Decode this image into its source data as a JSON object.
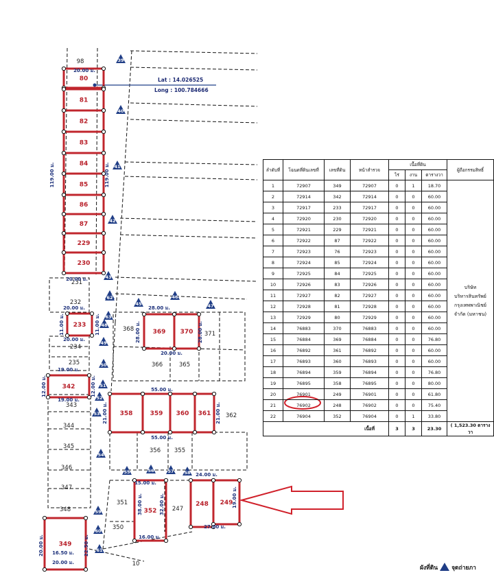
{
  "map": {
    "plots_red": [
      {
        "id": "80"
      },
      {
        "id": "81"
      },
      {
        "id": "82"
      },
      {
        "id": "83"
      },
      {
        "id": "84"
      },
      {
        "id": "85"
      },
      {
        "id": "86"
      },
      {
        "id": "87"
      },
      {
        "id": "229"
      },
      {
        "id": "230"
      },
      {
        "id": "233"
      },
      {
        "id": "342"
      },
      {
        "id": "369"
      },
      {
        "id": "370"
      },
      {
        "id": "358"
      },
      {
        "id": "359"
      },
      {
        "id": "360"
      },
      {
        "id": "361"
      },
      {
        "id": "352"
      },
      {
        "id": "248"
      },
      {
        "id": "249"
      },
      {
        "id": "349"
      }
    ],
    "plots_other": [
      "98",
      "231",
      "232",
      "234",
      "235",
      "343",
      "344",
      "345",
      "346",
      "347",
      "348",
      "368",
      "371",
      "366",
      "365",
      "362",
      "356",
      "355",
      "351",
      "350",
      "247",
      "10"
    ],
    "markers": [
      "39",
      "40",
      "41",
      "42",
      "43",
      "44",
      "45",
      "46",
      "47",
      "48",
      "49",
      "50",
      "51",
      "52",
      "53",
      "54",
      "55",
      "56",
      "57",
      "58",
      "59",
      "60",
      "61",
      "62",
      "63"
    ],
    "dimensions": [
      "20.00 ม.",
      "119.00 ม.",
      "119.00 ม.",
      "20.00 ม.",
      "20.00 ม.",
      "20.00 ม.",
      "11.00 ม.",
      "11.00 ม.",
      "19.00 ม.",
      "19.00 ม.",
      "12.00 ม.",
      "12.00 ม.",
      "28.00 ม.",
      "28.00 ม.",
      "28.00 ม.",
      "20.00 ม.",
      "55.00 ม.",
      "55.00 ม.",
      "21.00 ม.",
      "21.00 ม.",
      "15.00 ม.",
      "16.00 ม.",
      "38.00 ม.",
      "32.00 ม.",
      "24.00 ม.",
      "27.00 ม.",
      "19.00 ม.",
      "16.50 ม.",
      "20.00 ม.",
      "20.00 ม.",
      "22.50 ม."
    ],
    "survey": {
      "lat": "Lat : 14.026525",
      "long": "Long : 100.784666"
    }
  },
  "table": {
    "headers": {
      "no": "ลำดับที่",
      "deed": "โฉนดที่ดินเลขที่",
      "land_no": "เลขที่ดิน",
      "survey_page": "หน้าสำรวจ",
      "area": "เนื้อที่ดิน",
      "rai": "ไร่",
      "ngan": "งาน",
      "wa": "ตารางวา",
      "owner": "ผู้ถือกรรมสิทธิ์"
    },
    "rows": [
      [
        "1",
        "72907",
        "349",
        "72907",
        "0",
        "1",
        "18.70"
      ],
      [
        "2",
        "72914",
        "342",
        "72914",
        "0",
        "0",
        "60.00"
      ],
      [
        "3",
        "72917",
        "233",
        "72917",
        "0",
        "0",
        "60.00"
      ],
      [
        "4",
        "72920",
        "230",
        "72920",
        "0",
        "0",
        "60.00"
      ],
      [
        "5",
        "72921",
        "229",
        "72921",
        "0",
        "0",
        "60.00"
      ],
      [
        "6",
        "72922",
        "87",
        "72922",
        "0",
        "0",
        "60.00"
      ],
      [
        "7",
        "72923",
        "76",
        "72923",
        "0",
        "0",
        "60.00"
      ],
      [
        "8",
        "72924",
        "85",
        "72924",
        "0",
        "0",
        "60.00"
      ],
      [
        "9",
        "72925",
        "84",
        "72925",
        "0",
        "0",
        "60.00"
      ],
      [
        "10",
        "72926",
        "83",
        "72926",
        "0",
        "0",
        "60.00"
      ],
      [
        "11",
        "72927",
        "82",
        "72927",
        "0",
        "0",
        "60.00"
      ],
      [
        "12",
        "72928",
        "81",
        "72928",
        "0",
        "0",
        "60.00"
      ],
      [
        "13",
        "72929",
        "80",
        "72929",
        "0",
        "0",
        "60.00"
      ],
      [
        "14",
        "76883",
        "370",
        "76883",
        "0",
        "0",
        "60.00"
      ],
      [
        "15",
        "76884",
        "369",
        "76884",
        "0",
        "0",
        "76.80"
      ],
      [
        "16",
        "76892",
        "361",
        "76892",
        "0",
        "0",
        "60.00"
      ],
      [
        "17",
        "76893",
        "360",
        "76893",
        "0",
        "0",
        "60.00"
      ],
      [
        "18",
        "76894",
        "359",
        "76894",
        "0",
        "0",
        "76.80"
      ],
      [
        "19",
        "76895",
        "358",
        "76895",
        "0",
        "0",
        "80.00"
      ],
      [
        "20",
        "76901",
        "249",
        "76901",
        "0",
        "0",
        "61.80"
      ],
      [
        "21",
        "76902",
        "248",
        "76902",
        "0",
        "0",
        "75.40"
      ],
      [
        "22",
        "76904",
        "352",
        "76904",
        "0",
        "1",
        "33.80"
      ]
    ],
    "owner_lines": [
      "บริษัท",
      "บริหารสินทรัพย์",
      "กรุงเทพพาณิชย์",
      "จำกัด (มหาชน)"
    ],
    "total": {
      "label": "เนื้อที่",
      "rai": "3",
      "ngan": "3",
      "wa": "23.30",
      "note": "( 1,523.30 ตารางวา"
    }
  },
  "legend": {
    "land": "ผังที่ดิน",
    "survey_point": "จุดถ่ายภา"
  },
  "colors": {
    "plot_outline": "#c0262d",
    "survey_marker": "#1f3d86",
    "highlight": "#d0202a"
  }
}
